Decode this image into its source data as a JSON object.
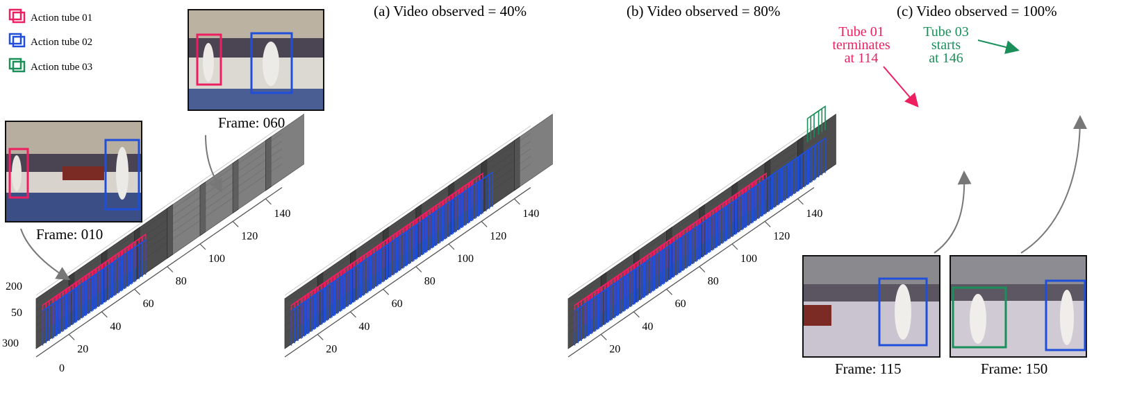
{
  "legend": [
    {
      "label": "Action tube 01",
      "color": "#ee1f60"
    },
    {
      "label": "Action tube 02",
      "color": "#1f4fd8"
    },
    {
      "label": "Action tube 03",
      "color": "#1b8f5a"
    }
  ],
  "panels": [
    {
      "title": "(a) Video observed = 40%",
      "ticks": [
        "20",
        "40",
        "60",
        "80",
        "100",
        "120",
        "140"
      ],
      "observed_fraction": 0.4
    },
    {
      "title": "(b) Video observed = 80%",
      "ticks": [
        "20",
        "40",
        "60",
        "80",
        "100",
        "120",
        "140"
      ],
      "observed_fraction": 0.8
    },
    {
      "title": "(c) Video observed = 100%",
      "ticks": [
        "20",
        "40",
        "60",
        "80",
        "100",
        "120",
        "140"
      ],
      "observed_fraction": 1.0
    }
  ],
  "axis_labels": {
    "y_top": "200",
    "y_mid": "50",
    "x_left": "300",
    "x_origin": "0"
  },
  "thumbnails": [
    {
      "caption": "Frame: 010"
    },
    {
      "caption": "Frame: 060"
    },
    {
      "caption": "Frame: 115"
    },
    {
      "caption": "Frame: 150"
    }
  ],
  "annotations": {
    "tube01_end": [
      "Tube 01",
      "terminates",
      "at 114"
    ],
    "tube03_start": [
      "Tube 03",
      "starts",
      "at 146"
    ]
  },
  "colors": {
    "tube01": "#ee1f60",
    "tube02": "#1f4fd8",
    "tube03": "#1b8f5a",
    "axis": "#555555"
  }
}
